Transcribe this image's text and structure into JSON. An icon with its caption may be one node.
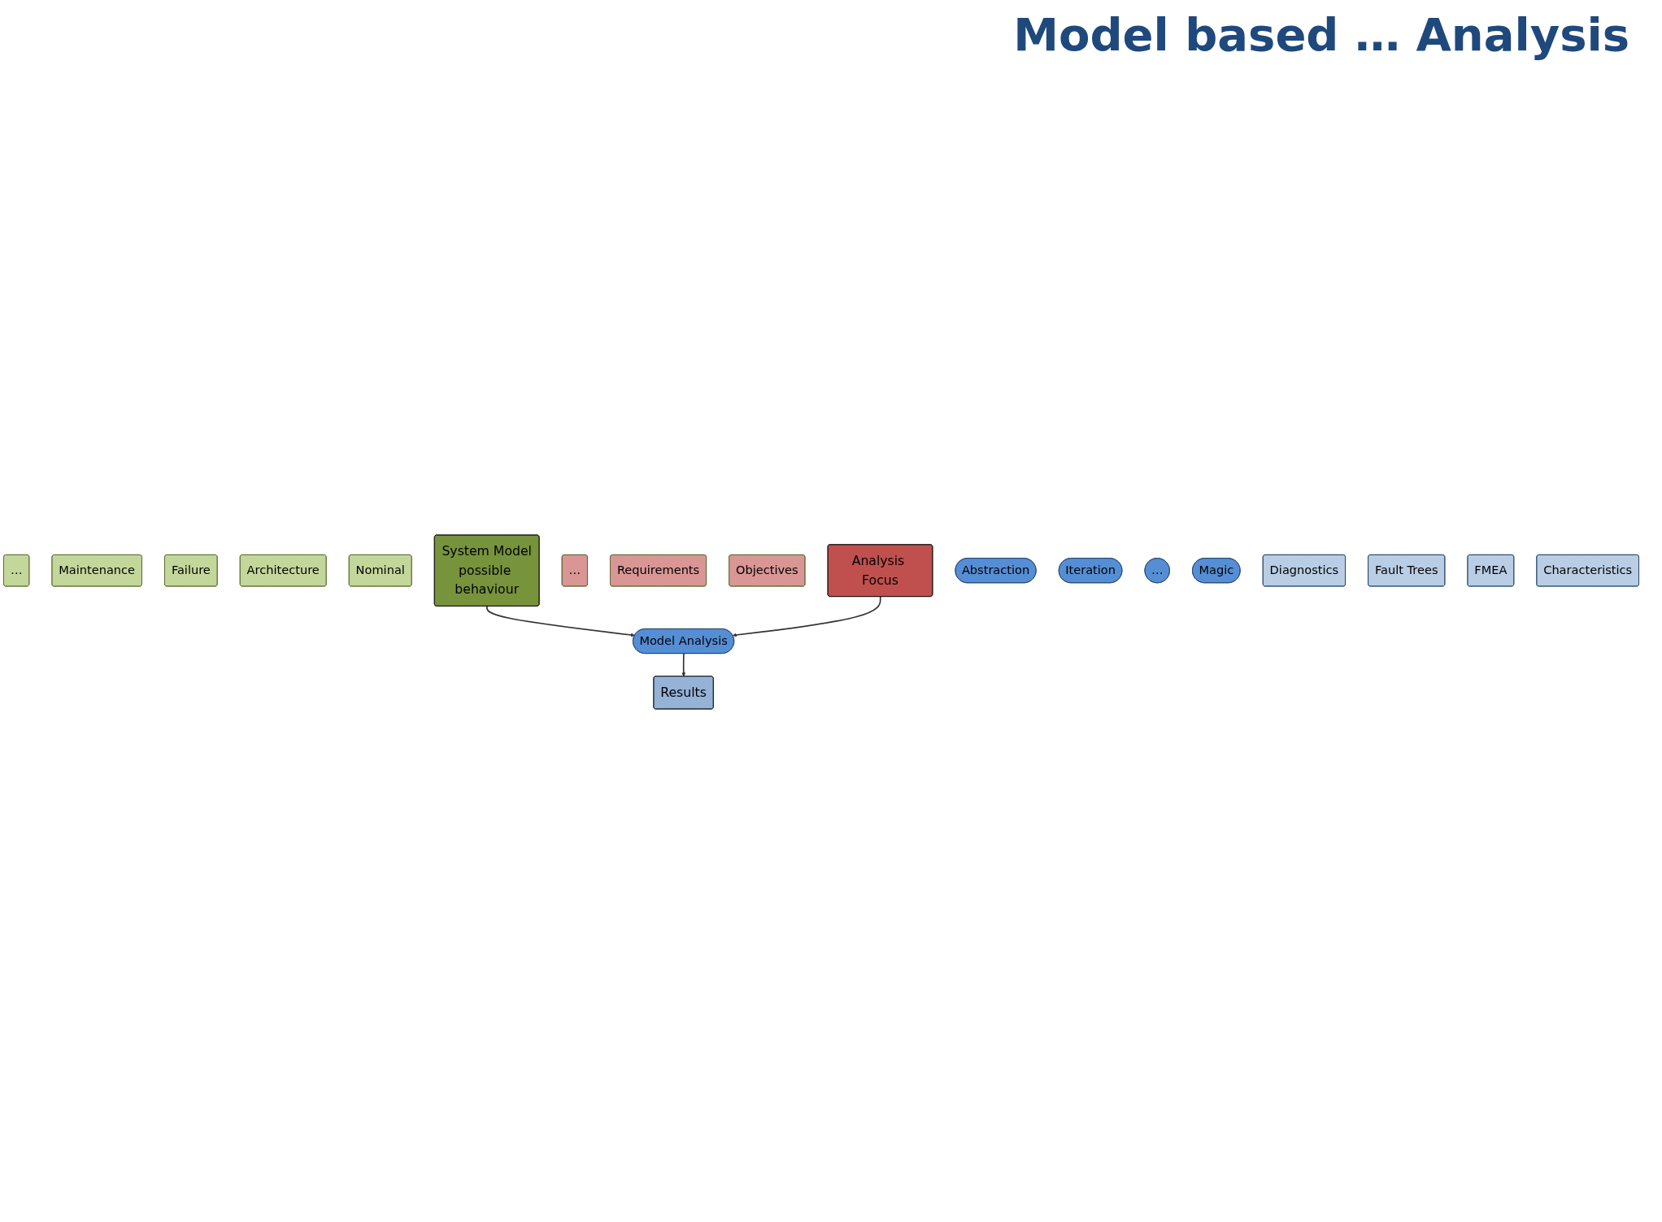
{
  "diagram": {
    "title": "Model based … Analysis",
    "nodes": [
      {
        "text": [
          "…"
        ]
      },
      {
        "text": [
          "Maintenance"
        ]
      },
      {
        "text": [
          "Failure"
        ]
      },
      {
        "text": [
          "Architecture"
        ]
      },
      {
        "text": [
          "Nominal"
        ]
      },
      {
        "text": [
          "System Model",
          "possible behaviour"
        ]
      },
      {
        "text": [
          "…"
        ]
      },
      {
        "text": [
          "Requirements"
        ]
      },
      {
        "text": [
          "Objectives"
        ]
      },
      {
        "text": [
          "Analysis Focus"
        ]
      },
      {
        "text": [
          "Model Analysis"
        ]
      },
      {
        "text": [
          "Abstraction"
        ]
      },
      {
        "text": [
          "Iteration"
        ]
      },
      {
        "text": [
          "…"
        ]
      },
      {
        "text": [
          "Magic"
        ]
      },
      {
        "text": [
          "Results"
        ]
      },
      {
        "text": [
          "Diagnostics"
        ]
      },
      {
        "text": [
          "Fault Trees"
        ]
      },
      {
        "text": [
          "FMEA"
        ]
      },
      {
        "text": [
          "Characteristics"
        ]
      }
    ],
    "edges": [
      {
        "from": 5,
        "to": 10,
        "arrow": "to"
      },
      {
        "from": 9,
        "to": 10,
        "arrow": "to"
      },
      {
        "from": 10,
        "to": 15,
        "arrow": "to"
      }
    ]
  }
}
